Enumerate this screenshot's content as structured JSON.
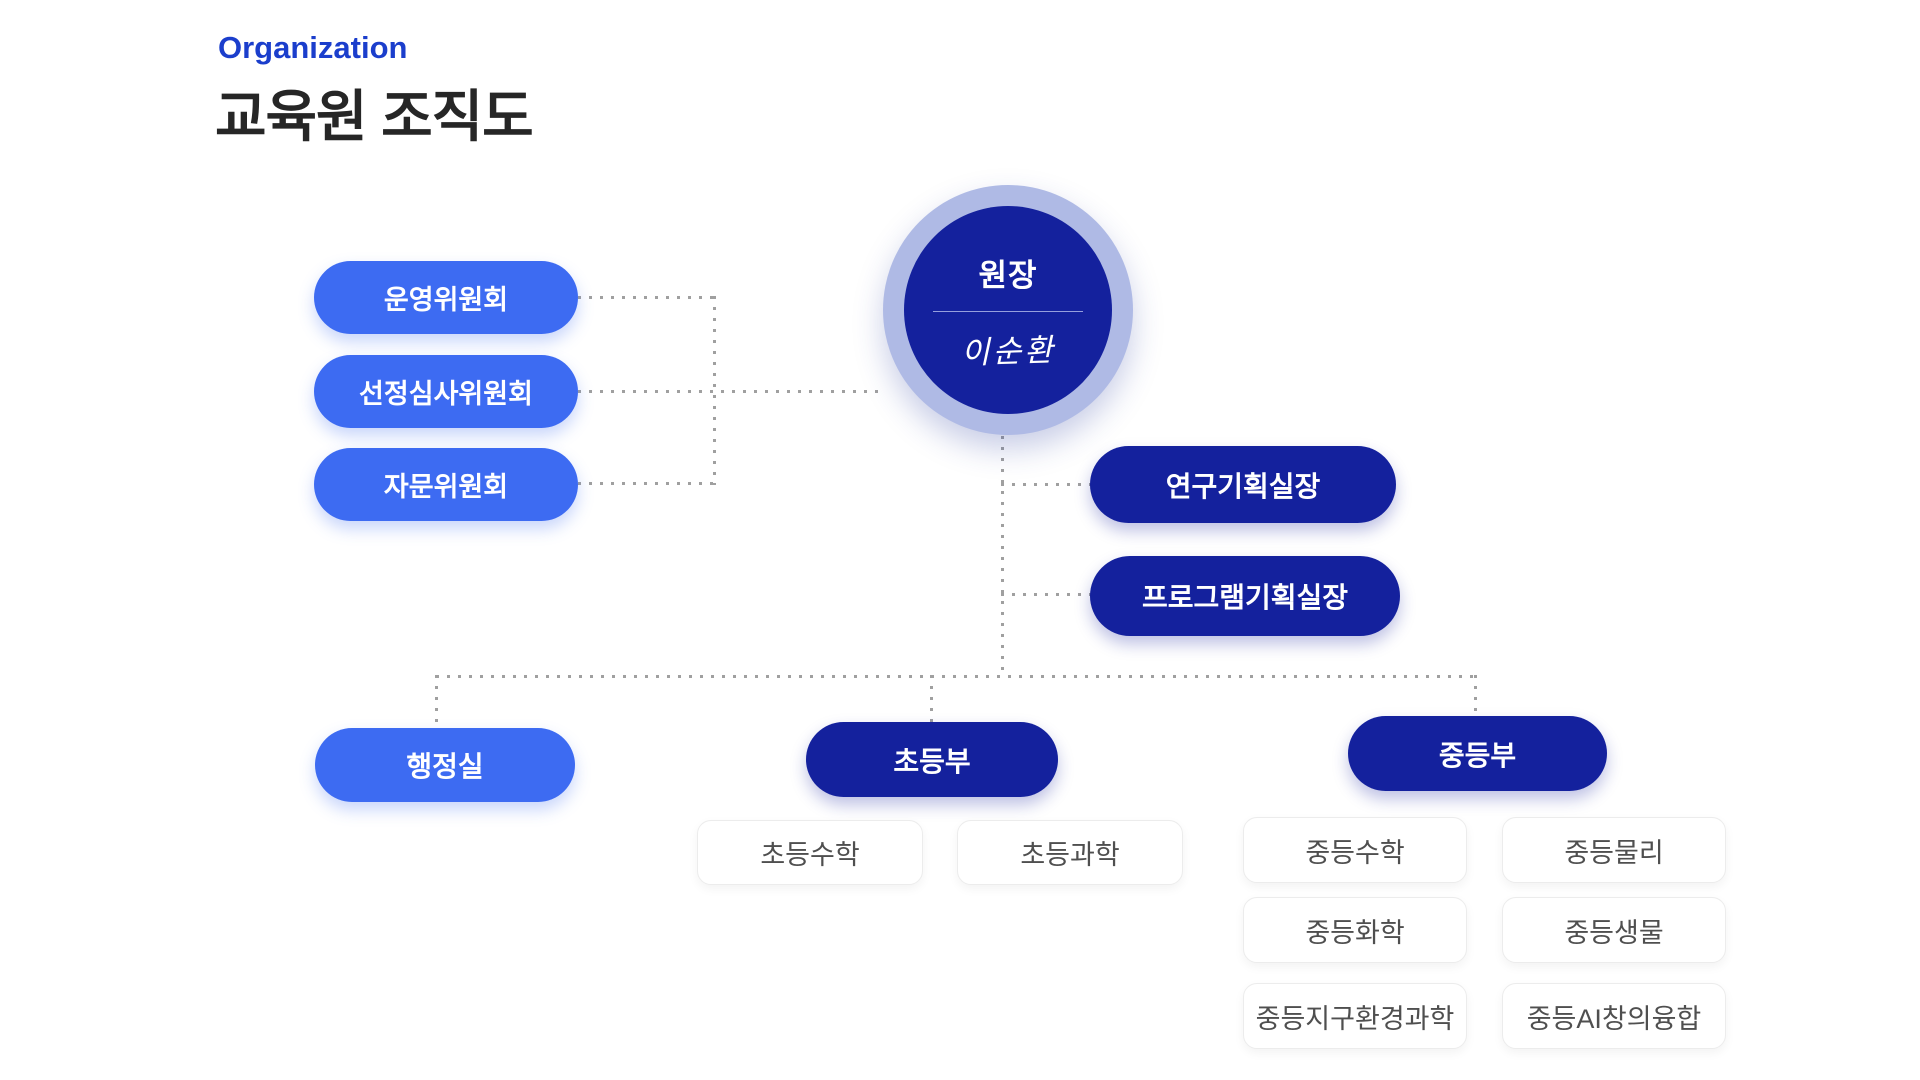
{
  "header": {
    "eyebrow": "Organization",
    "title": "교육원 조직도"
  },
  "director": {
    "role": "원장",
    "name": "이순환"
  },
  "committees": [
    {
      "label": "운영위원회"
    },
    {
      "label": "선정심사위원회"
    },
    {
      "label": "자문위원회"
    }
  ],
  "staff_offices": [
    {
      "label": "연구기획실장"
    },
    {
      "label": "프로그램기획실장"
    }
  ],
  "departments": [
    {
      "label": "행정실",
      "variant": "light"
    },
    {
      "label": "초등부",
      "variant": "dark"
    },
    {
      "label": "중등부",
      "variant": "dark"
    }
  ],
  "elementary_subjects": [
    {
      "label": "초등수학"
    },
    {
      "label": "초등과학"
    }
  ],
  "secondary_subjects": [
    {
      "label": "중등수학"
    },
    {
      "label": "중등물리"
    },
    {
      "label": "중등화학"
    },
    {
      "label": "중등생물"
    },
    {
      "label": "중등지구환경과학"
    },
    {
      "label": "중등AI창의융합"
    }
  ],
  "colors": {
    "light_blue": "#3D6BF2",
    "dark_blue": "#14219D",
    "ring": "#AFBAE5",
    "title_blue": "#1B3ECC",
    "heading": "#262626",
    "card_text": "#4F4F4F",
    "card_border": "#ECECEC",
    "dots": "#A0A0A0"
  }
}
